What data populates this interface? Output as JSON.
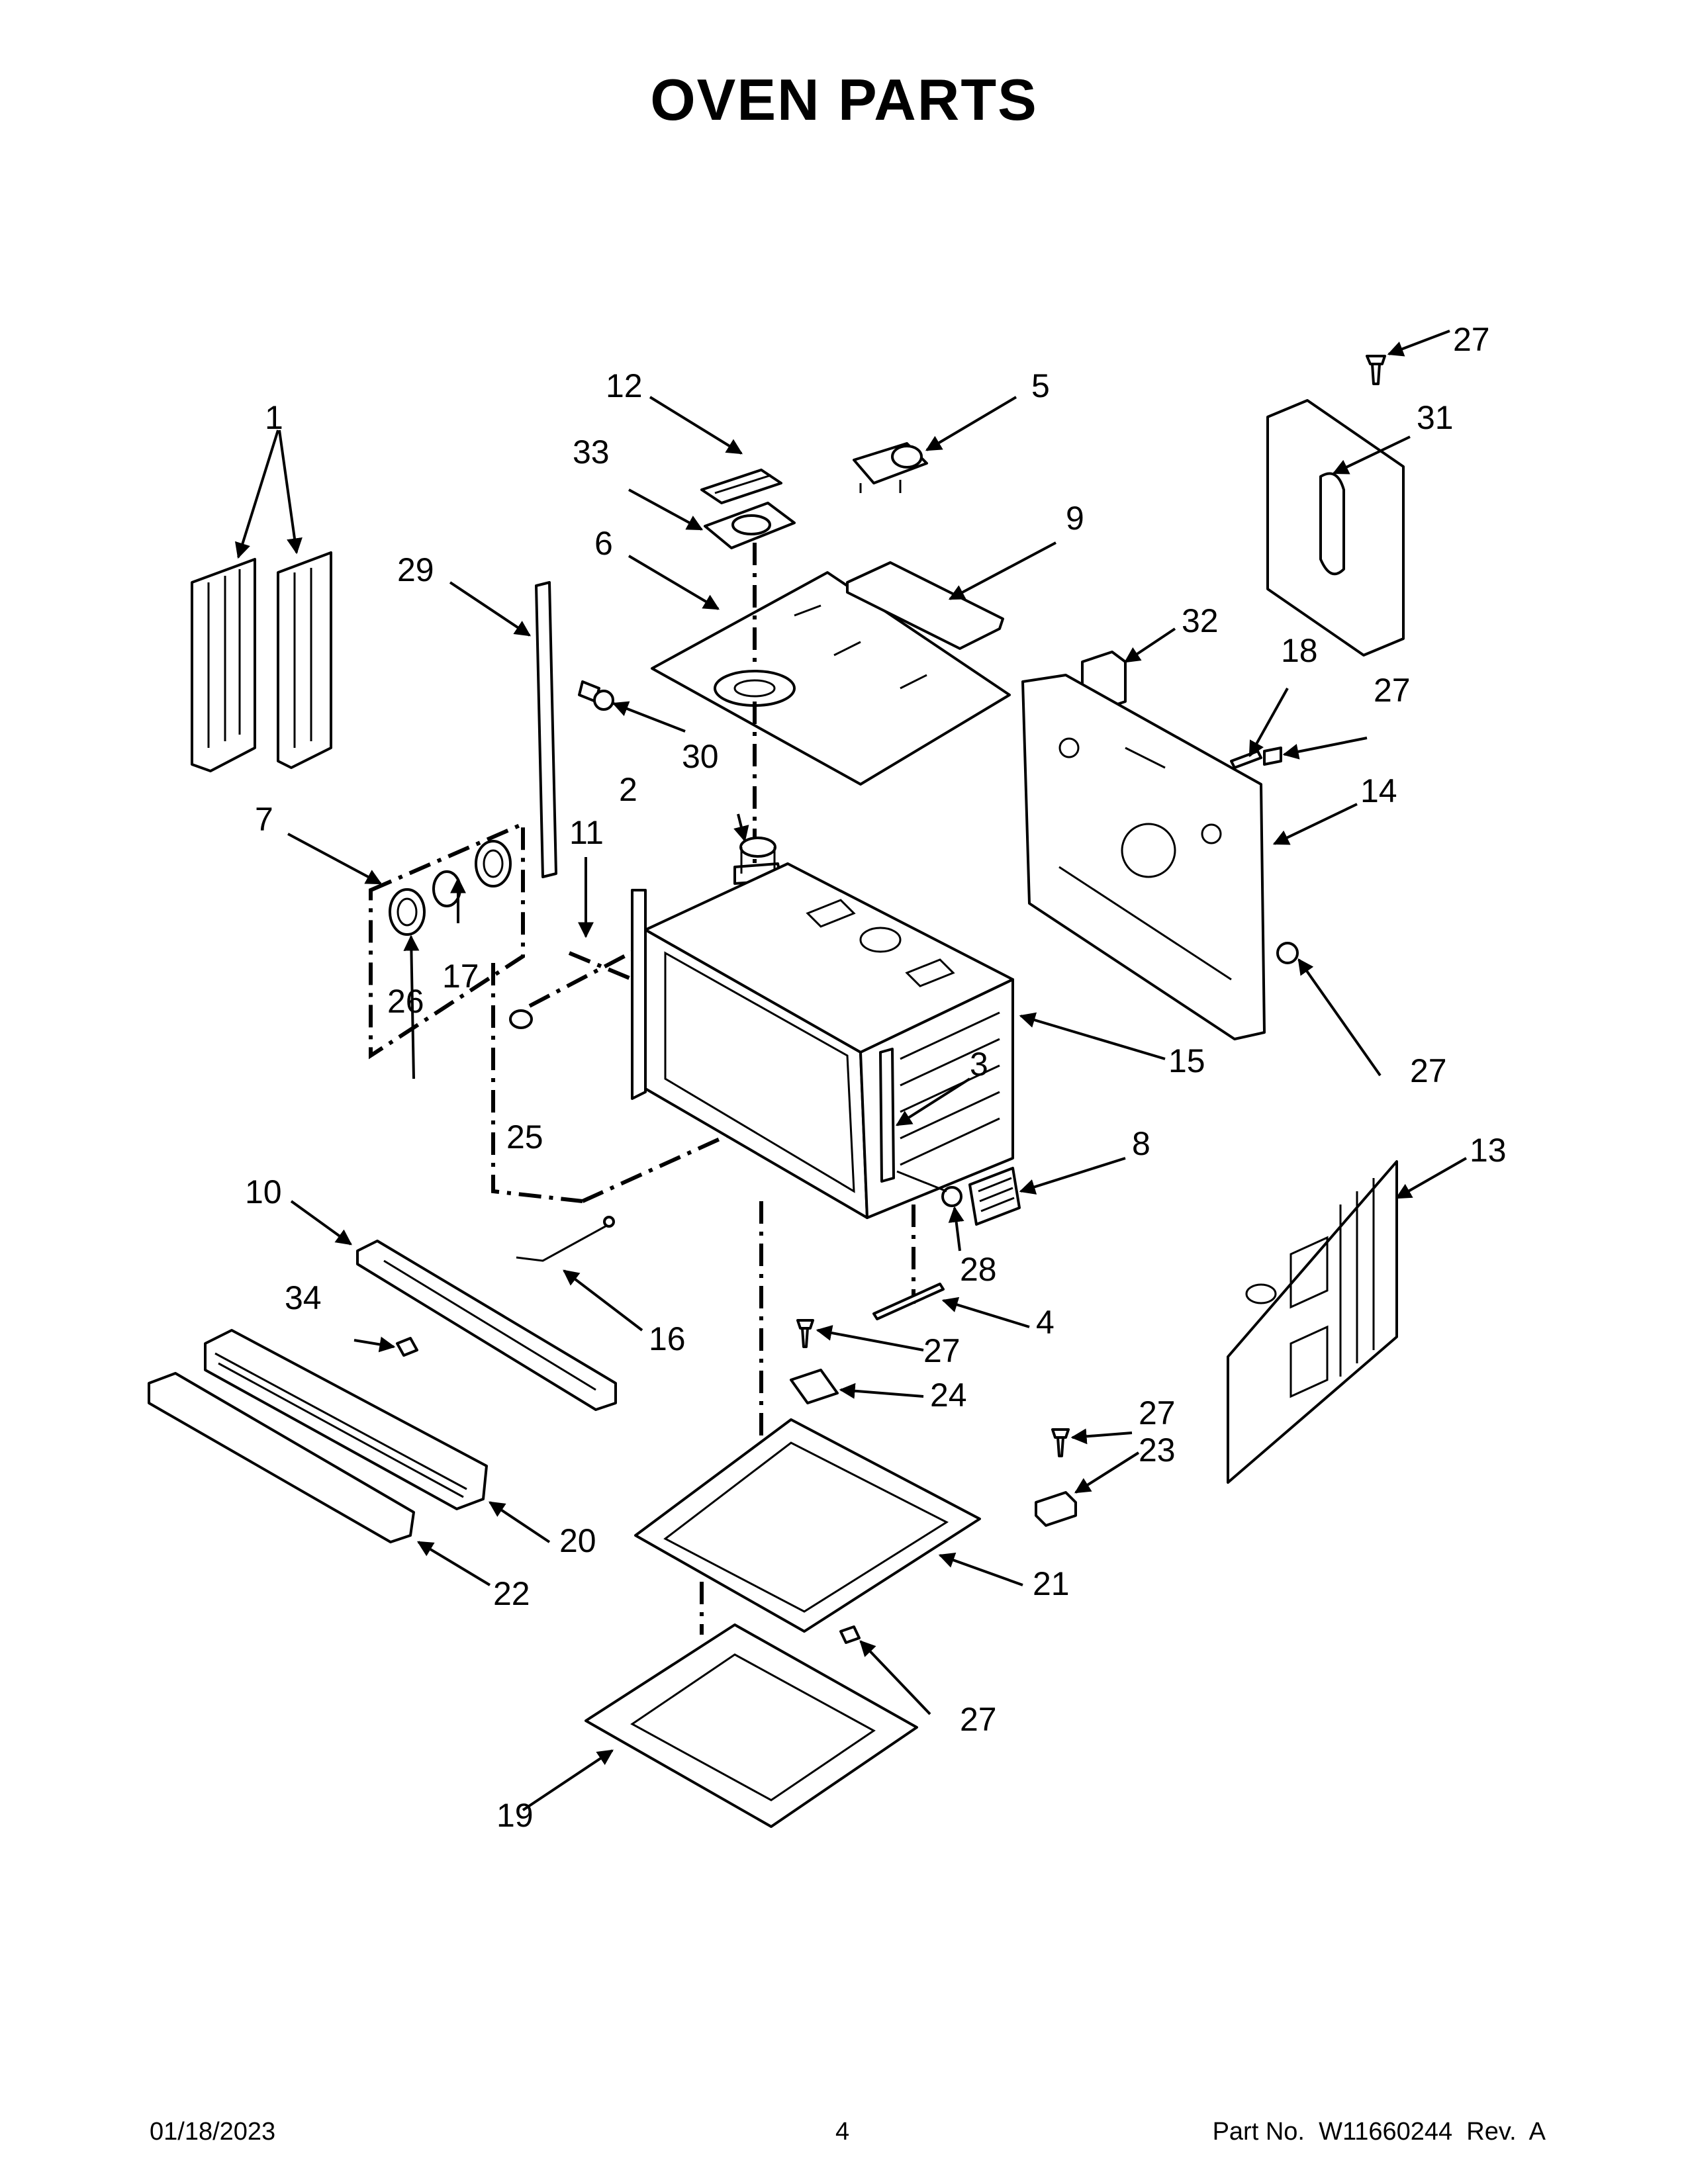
{
  "title": "OVEN PARTS",
  "footer": {
    "date": "01/18/2023",
    "page": "4",
    "part_no": "Part No.  W11660244  Rev.  A"
  },
  "callouts": [
    "1",
    "2",
    "3",
    "4",
    "5",
    "6",
    "7",
    "8",
    "9",
    "10",
    "11",
    "12",
    "13",
    "14",
    "15",
    "16",
    "17",
    "18",
    "19",
    "20",
    "21",
    "22",
    "23",
    "24",
    "25",
    "26",
    "27",
    "27",
    "27",
    "27",
    "27",
    "27",
    "28",
    "29",
    "30",
    "31",
    "32",
    "33",
    "34"
  ]
}
